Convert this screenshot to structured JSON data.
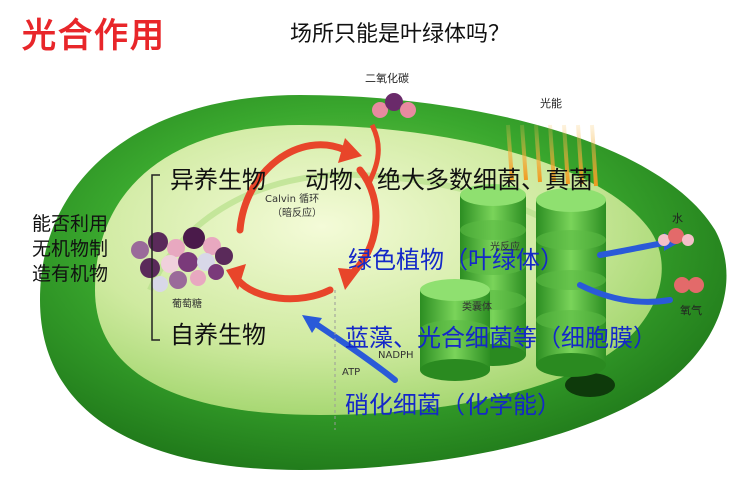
{
  "title": "光合作用",
  "question": "场所只能是叶绿体吗？",
  "labels": {
    "heterotroph": "异养生物",
    "examples": "动物、绝大多数细菌、真菌",
    "side_line1": "能否利用",
    "side_line2": "无机物制",
    "side_line3": "造有机物",
    "autotroph": "自养生物",
    "green_plants": "绿色植物（叶绿体）",
    "cyanobacteria": "蓝藻、光合细菌等（细胞膜）",
    "nitrifying": "硝化细菌（化学能）"
  },
  "diagram_labels": {
    "co2": "二氧化碳",
    "light": "光能",
    "calvin1": "Calvin 循环",
    "calvin2": "（暗反应）",
    "light_reaction": "光反应",
    "thylakoid": "类囊体",
    "water": "水",
    "oxygen": "氧气",
    "glucose": "葡萄糖",
    "nadph": "NADPH",
    "atp": "ATP"
  },
  "colors": {
    "title": "#e8262a",
    "blue_text": "#1428c8",
    "chloroplast_green": "#3aa82e",
    "arrow_red": "#e8452a",
    "arrow_blue": "#2a5ad8"
  }
}
